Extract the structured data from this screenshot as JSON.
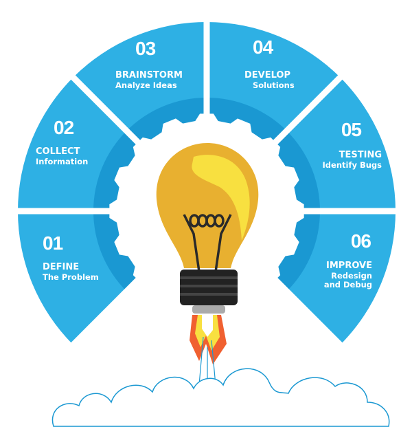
{
  "steps": [
    {
      "number": "01",
      "title": "DEFINE",
      "subtitle": "The Problem"
    },
    {
      "number": "02",
      "title": "COLLECT",
      "subtitle": "Information"
    },
    {
      "number": "03",
      "title": "BRAINSTORM",
      "subtitle": "Analyze Ideas"
    },
    {
      "number": "04",
      "title": "DEVELOP",
      "subtitle": "Solutions"
    },
    {
      "number": "05",
      "title": "TESTING",
      "subtitle": "Identify Bugs"
    },
    {
      "number": "06",
      "title": "IMPROVE",
      "subtitle": "Redesign",
      "subtitle2": "and Debug"
    }
  ],
  "colors": {
    "segment": "#2eb0e4",
    "band": "#1a98d2",
    "bulb": "#e8b030",
    "highlight": "#f8e040",
    "base": "#2a2a2a",
    "flame": "#f06030",
    "cloud": "#1a98d2"
  }
}
